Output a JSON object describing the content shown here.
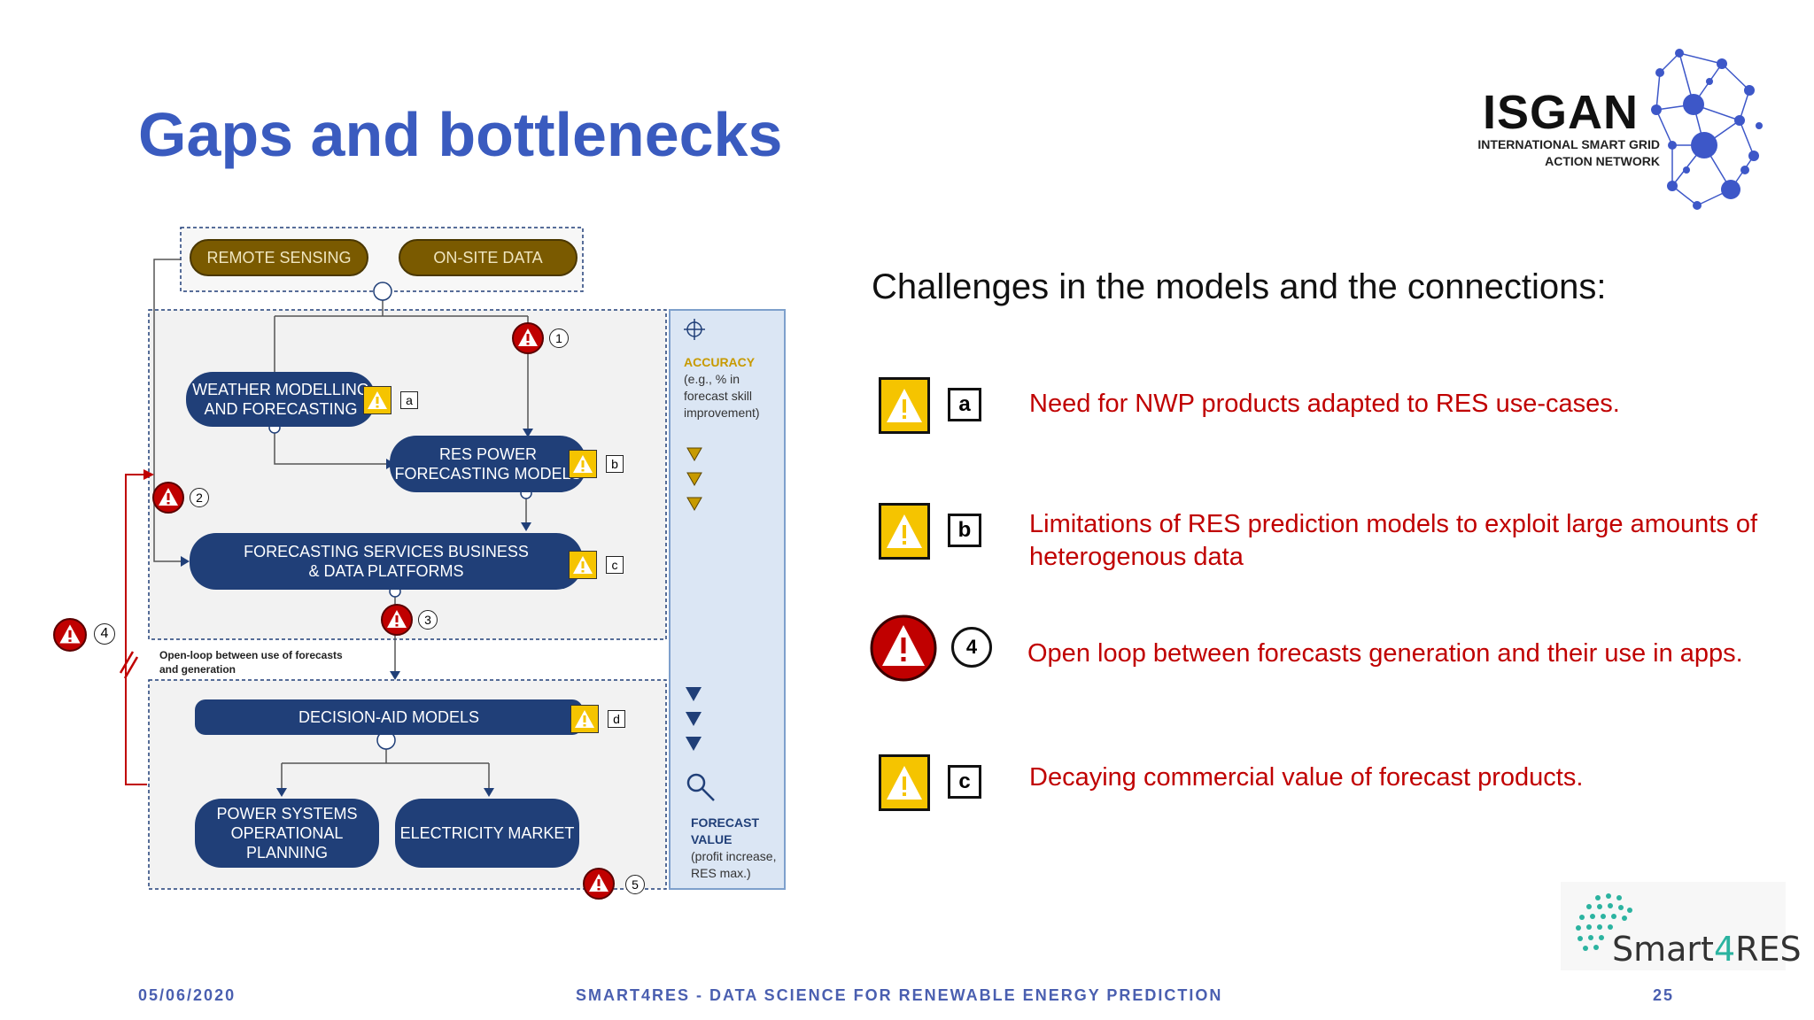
{
  "slide": {
    "title": "Gaps and bottlenecks",
    "heading": "Challenges in the models and the connections:",
    "footer": {
      "date": "05/06/2020",
      "center": "SMART4RES - DATA SCIENCE FOR RENEWABLE ENERGY PREDICTION",
      "page_number": "25"
    }
  },
  "logos": {
    "isgan": {
      "name": "ISGAN",
      "line1": "INTERNATIONAL SMART GRID",
      "line2": "ACTION NETWORK"
    },
    "smart4res": {
      "name_a": "Smart",
      "name_b": "4",
      "name_c": "RES"
    }
  },
  "diagram": {
    "sources": [
      "REMOTE SENSING",
      "ON-SITE DATA"
    ],
    "boxes": {
      "weather": [
        "WEATHER MODELLING",
        "AND FORECASTING"
      ],
      "res_power": [
        "RES POWER",
        "FORECASTING MODELS"
      ],
      "services": [
        "FORECASTING SERVICES BUSINESS",
        "& DATA PLATFORMS"
      ],
      "decision": "DECISION-AID MODELS",
      "power_systems": [
        "POWER SYSTEMS",
        "OPERATIONAL",
        "PLANNING"
      ],
      "electricity": "ELECTRICITY MARKET"
    },
    "tags": {
      "a": "a",
      "b": "b",
      "c": "c",
      "d": "d"
    },
    "markers": {
      "m1": "1",
      "m2": "2",
      "m3": "3",
      "m4": "4",
      "m5": "5"
    },
    "open_loop_label": [
      "Open-loop between use of forecasts",
      "and generation"
    ],
    "side": {
      "accuracy_title": "ACCURACY",
      "accuracy_desc": [
        "(e.g., % in",
        "forecast skill",
        "improvement)"
      ],
      "value_title": [
        "FORECAST",
        "VALUE"
      ],
      "value_desc": [
        "(profit increase,",
        "RES max.)"
      ]
    }
  },
  "legend": [
    {
      "icon": "warning-yellow",
      "tag": "a",
      "text": "Need for NWP products adapted to RES use-cases."
    },
    {
      "icon": "warning-yellow",
      "tag": "b",
      "text": "Limitations of RES prediction models to exploit large amounts of heterogenous data"
    },
    {
      "icon": "warning-red",
      "tag": "4",
      "text": "Open loop between forecasts generation and their use in apps."
    },
    {
      "icon": "warning-yellow",
      "tag": "c",
      "text": "Decaying commercial value of forecast products."
    }
  ],
  "colors": {
    "title": "#3a5bbf",
    "navy": "#203f78",
    "red": "#c00000",
    "warning_yellow": "#f5c400",
    "source_brown": "#7a5a00",
    "side_panel": "#dbe6f4",
    "accuracy": "#c79a00",
    "footer": "#4a5fb0"
  }
}
